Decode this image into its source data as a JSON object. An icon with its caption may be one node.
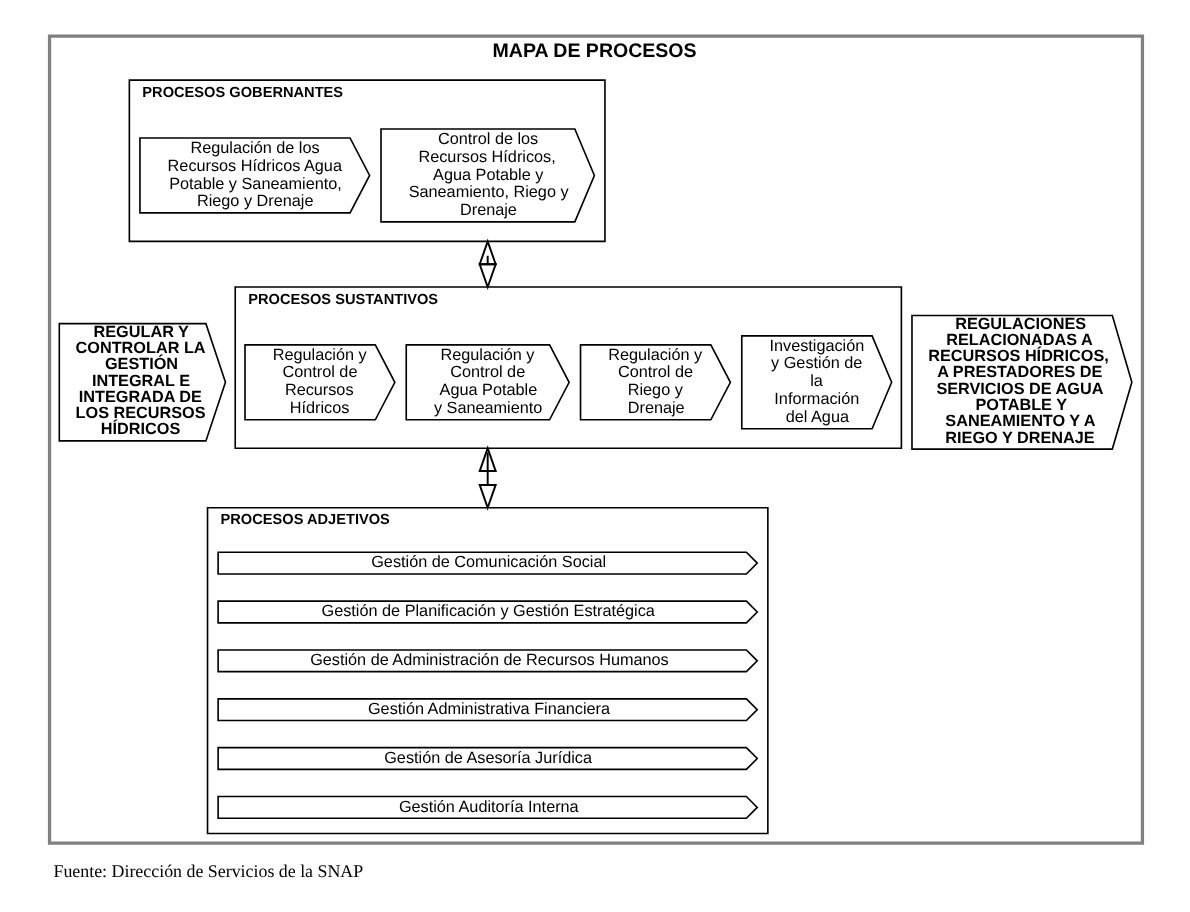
{
  "diagram": {
    "caption": "Fuente: Dirección de Servicios de la SNAP",
    "nodes": [
      {
        "text": [
          "MAPA DE PROCESOS"
        ]
      },
      {
        "text": [
          "REGULAR Y CONTROLAR LA GESTIÓN INTEGRAL E INTEGRADA DE LOS RECURSOS HÍDRICOS"
        ],
        "in": 0
      },
      {
        "text": [
          "PROCESOS GOBERNANTES"
        ],
        "in": 0
      },
      {
        "text": [
          "Regulación de los Recursos Hídricos Agua Potable y Saneamiento, Riego y Drenaje"
        ],
        "in": 2
      },
      {
        "text": [
          "Control de los Recursos Hídricos, Agua Potable y Saneamiento, Riego y Drenaje"
        ],
        "in": 2
      },
      {
        "text": [
          "PROCESOS SUSTANTIVOS"
        ],
        "in": 0
      },
      {
        "text": [
          "Regulación y Control de Recursos Hídricos"
        ],
        "in": 5
      },
      {
        "text": [
          "Regulación y Control de Agua Potable y Saneamiento"
        ],
        "in": 5
      },
      {
        "text": [
          "Regulación y Control de Riego y Drenaje"
        ],
        "in": 5
      },
      {
        "text": [
          "Investigación y Gestión de la Información del Agua"
        ],
        "in": 5
      },
      {
        "text": [
          "PROCESOS ADJETIVOS"
        ],
        "in": 0
      },
      {
        "text": [
          "Gestión de Comunicación Social"
        ],
        "in": 10
      },
      {
        "text": [
          "Gestión de Planificación y Gestión Estratégica"
        ],
        "in": 10
      },
      {
        "text": [
          "Gestión de Administración de Recursos Humanos"
        ],
        "in": 10
      },
      {
        "text": [
          "Gestión Administrativa Financiera"
        ],
        "in": 10
      },
      {
        "text": [
          "Gestión de Asesoría Jurídica"
        ],
        "in": 10
      },
      {
        "text": [
          "Gestión Auditoría Interna"
        ],
        "in": 10
      },
      {
        "text": [
          "REGULACIONES RELACIONADAS A RECURSOS HÍDRICOS, A PRESTADORES DE SERVICIOS DE AGUA POTABLE Y SANEAMIENTO Y A RIEGO Y DRENAJE"
        ],
        "in": 0
      }
    ],
    "edges": [
      {
        "from": 2,
        "to": 5,
        "arrow": "both"
      },
      {
        "from": 5,
        "to": 10,
        "arrow": "both"
      }
    ]
  }
}
